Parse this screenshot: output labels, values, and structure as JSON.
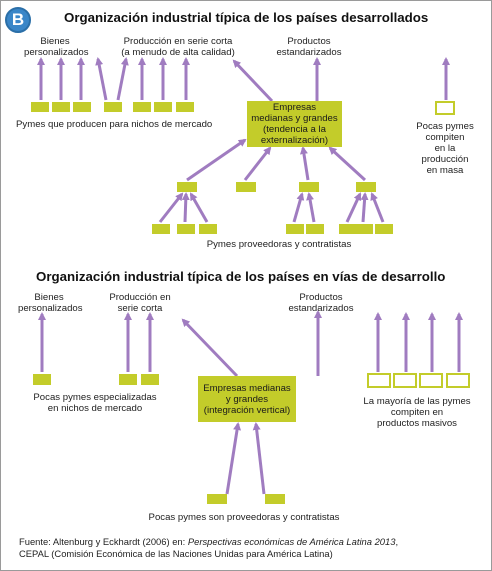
{
  "badge": "B",
  "top": {
    "title": "Organización industrial típica de los países desarrollados",
    "label_bienes": "Bienes\npersonalizados",
    "label_produccion": "Producción en serie corta\n(a menudo de alta calidad)",
    "label_productos": "Productos\nestandarizados",
    "label_nichos": "Pymes que producen para nichos de mercado",
    "center_box": "Empresas\nmedianas y grandes\n(tendencia a la\nexternalización)",
    "label_pocas": "Pocas pymes\ncompiten\nen la\nproducción\nen masa",
    "label_proveedoras": "Pymes proveedoras y contratistas"
  },
  "bottom": {
    "title": "Organización industrial típica de los países en vías de desarrollo",
    "label_bienes": "Bienes\npersonalizados",
    "label_produccion": "Producción en\nserie corta",
    "label_productos": "Productos\nestandarizados",
    "label_especializadas": "Pocas pymes especializadas\nen nichos de mercado",
    "center_box": "Empresas medianas\ny grandes\n(integración vertical)",
    "label_mayoria": "La mayoría de las pymes\ncompiten en\nproductos masivos",
    "label_proveedoras": "Pocas pymes son proveedoras y contratistas"
  },
  "source": {
    "prefix": "Fuente: Altenburg y Eckhardt (2006) en: ",
    "publication": "Perspectivas económicas de América Latina 2013",
    "suffix": ",",
    "line2": "CEPAL (Comisión Económica de las Naciones Unidas para América Latina)"
  },
  "colors": {
    "arrow": "#a07cc0",
    "box": "#c3cc2a",
    "badge": "#3a86c8"
  }
}
